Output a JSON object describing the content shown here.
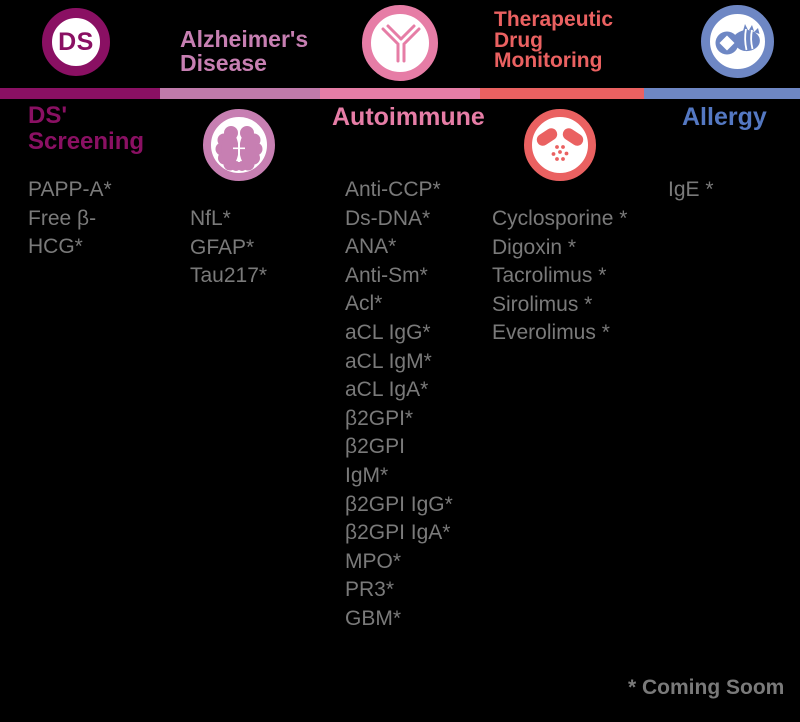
{
  "colors": {
    "ds": "#8a1063",
    "alz": "#c77fb2",
    "alz-bar": "#c07aab",
    "auto": "#e67da6",
    "tdm": "#ea6161",
    "allergy": "#5478c2",
    "allergy-icon": "#6e87c4",
    "gray": "#7a7a7a"
  },
  "top_nav": {
    "ds_badge_text": "DS",
    "alzheimers_label": "Alzheimer's\nDisease",
    "tdm_label": "Therapeutic\nDrug\nMonitoring",
    "icons": [
      "ds-badge-icon",
      "antibody-icon",
      "mite-icon"
    ]
  },
  "sections": {
    "ds_screening": {
      "title": "DS'\nScreening",
      "items": [
        "PAPP-A*",
        "Free β-",
        "HCG*"
      ]
    },
    "alzheimers": {
      "icon": "brain-icon",
      "items": [
        "NfL*",
        "GFAP*",
        "Tau217*"
      ]
    },
    "autoimmune": {
      "title": "Autoimmune",
      "items": [
        "Anti-CCP*",
        "Ds-DNA*",
        "ANA*",
        "Anti-Sm*",
        "Acl*",
        "aCL IgG*",
        "aCL IgM*",
        "aCL IgA*",
        "β2GPI*",
        "β2GPI",
        "IgM*",
        "β2GPI IgG*",
        "β2GPI IgA*",
        "MPO*",
        "PR3*",
        "GBM*"
      ]
    },
    "tdm": {
      "icon": "capsule-spill-icon",
      "items": [
        "Cyclosporine *",
        "Digoxin *",
        "Tacrolimus *",
        "Sirolimus *",
        "Everolimus *"
      ]
    },
    "allergy": {
      "title": "Allergy",
      "items": [
        "IgE *"
      ]
    }
  },
  "footnote": "* Coming Soom"
}
